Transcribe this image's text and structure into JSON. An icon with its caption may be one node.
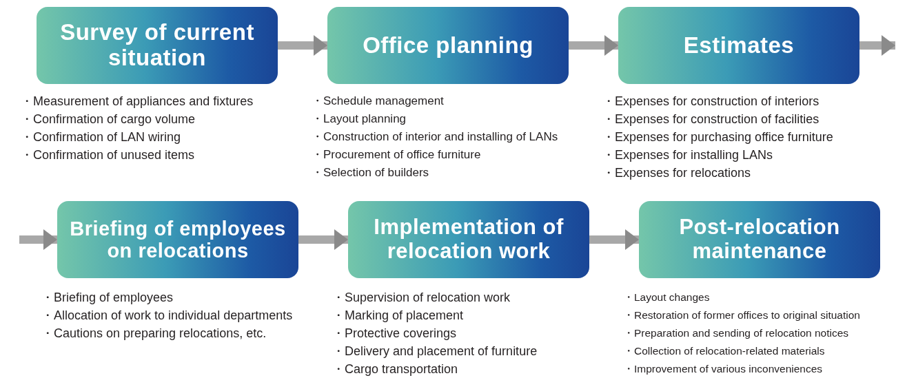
{
  "diagram": {
    "nodes": [
      {
        "text": [
          "Survey of current situation"
        ],
        "beside": [
          "・Measurement of appliances and fixtures",
          "・Confirmation of cargo volume",
          "・Confirmation of LAN wiring",
          "・Confirmation of unused items"
        ]
      },
      {
        "text": [
          "Office planning"
        ],
        "beside": [
          "・Schedule management",
          "・Layout planning",
          "・Construction of interior and installing of LANs",
          "・Procurement of office furniture",
          "・Selection of builders"
        ]
      },
      {
        "text": [
          "Estimates"
        ],
        "beside": [
          "・Expenses for construction of interiors",
          "・Expenses for construction of facilities",
          "・Expenses for purchasing office furniture",
          "・Expenses for installing LANs",
          "・Expenses for relocations"
        ]
      },
      {
        "text": [
          "Briefing of employees on relocations"
        ],
        "beside": [
          "・Briefing of employees",
          "・Allocation of work to individual departments",
          "・Cautions on preparing relocations, etc."
        ]
      },
      {
        "text": [
          "Implementation of relocation work"
        ],
        "beside": [
          "・Supervision of relocation work",
          "・Marking of placement",
          "・Protective coverings",
          "・Delivery and placement of furniture",
          "・Cargo transportation"
        ]
      },
      {
        "text": [
          "Post-relocation maintenance"
        ],
        "beside": [
          "・Layout changes",
          "・Restoration of former offices to original situation",
          "・Preparation and sending of relocation notices",
          "・Collection of relocation-related materials",
          "・Improvement of various inconveniences"
        ]
      }
    ],
    "edges": [
      {
        "from": 0,
        "to": 1,
        "arrow": "to"
      },
      {
        "from": 1,
        "to": 2,
        "arrow": "to"
      },
      {
        "from": 2,
        "to": null,
        "arrow": "to"
      },
      {
        "from": null,
        "to": 3,
        "arrow": "to"
      },
      {
        "from": 3,
        "to": 4,
        "arrow": "to"
      },
      {
        "from": 4,
        "to": 5,
        "arrow": "to"
      }
    ]
  }
}
